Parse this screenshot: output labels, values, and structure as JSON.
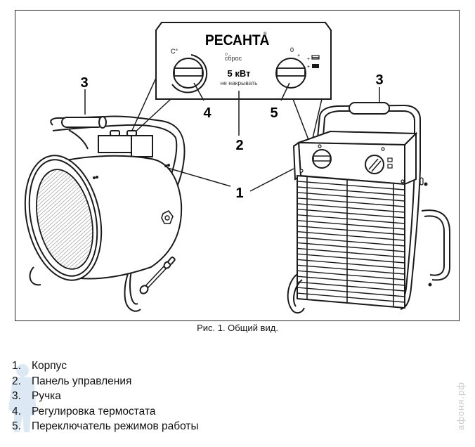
{
  "figure": {
    "panel": {
      "brand": "РЕСАНТА",
      "brand_mark": "®",
      "thermostat_label": "C°",
      "reset_label": "сброс",
      "power_label": "5 кВт",
      "warning_label": "не накрывать",
      "mode_zero_label": "0",
      "mode_plus_label": "+"
    },
    "callouts": {
      "body": "1",
      "control_panel": "2",
      "handle_left": "3",
      "handle_right": "3",
      "thermostat": "4",
      "mode_switch": "5"
    },
    "caption": "Рис. 1. Общий вид."
  },
  "legend": {
    "items": [
      {
        "number": "1.",
        "label": "Корпус"
      },
      {
        "number": "2.",
        "label": "Панель управления"
      },
      {
        "number": "3.",
        "label": "Ручка"
      },
      {
        "number": "4.",
        "label": "Регулировка термостата"
      },
      {
        "number": "5.",
        "label": "Переключатель режимов работы"
      }
    ]
  },
  "watermark": {
    "text": "афоня.рф"
  },
  "colors": {
    "line": "#1a1a1a",
    "background": "#ffffff",
    "watermark": "#9cc3e0"
  }
}
